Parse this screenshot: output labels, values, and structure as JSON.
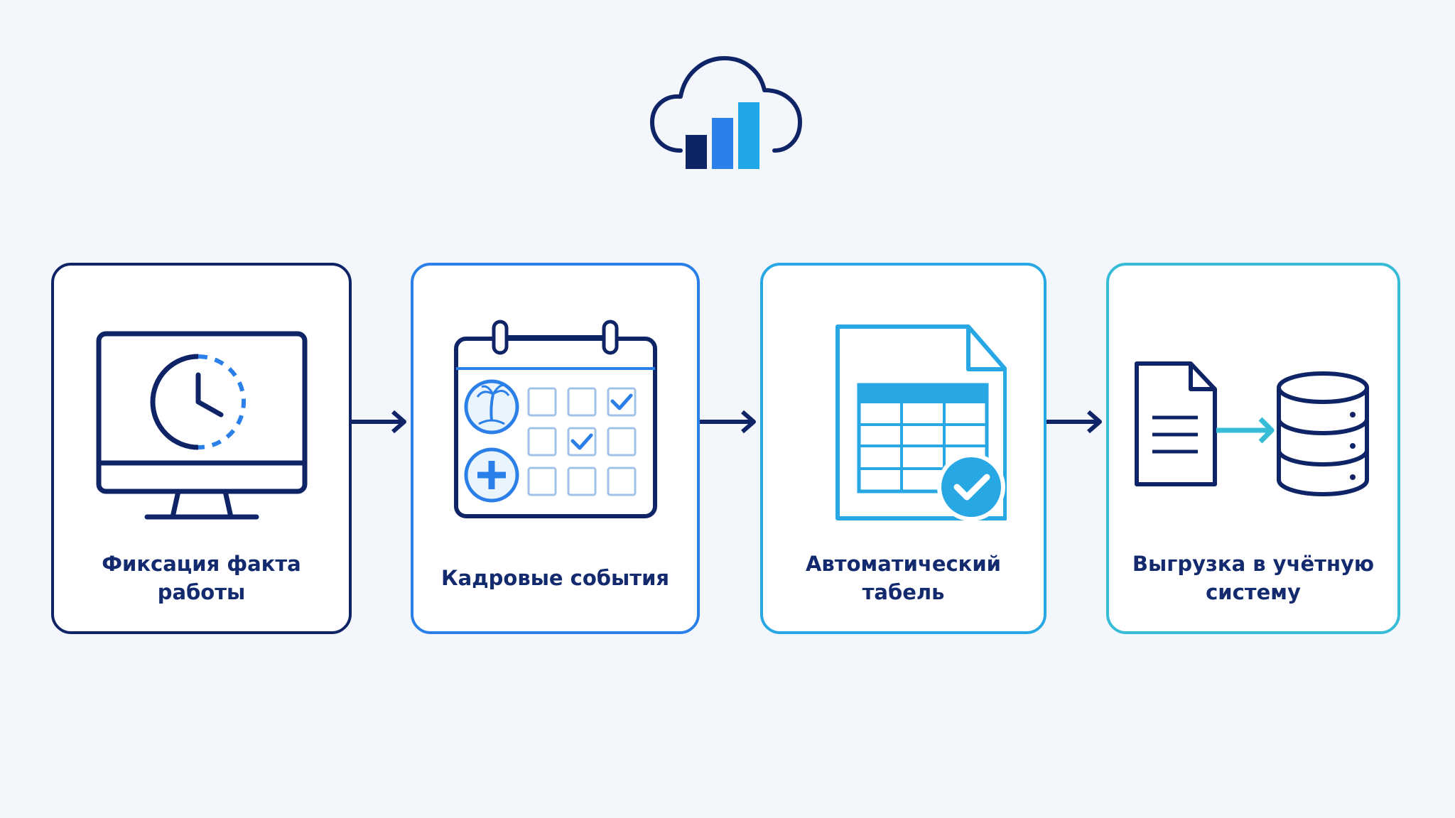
{
  "logo": {
    "icon": "cloud-bar-chart-icon",
    "colors": {
      "outline": "#0f2466",
      "bar_dark": "#0f2466",
      "bar_mid": "#2a7fe8",
      "bar_light": "#1fa6e6"
    }
  },
  "steps": [
    {
      "label": "Фиксация факта работы",
      "icon": "monitor-clock-icon",
      "border_color": "#0f2466"
    },
    {
      "label": "Кадровые события",
      "icon": "calendar-icon",
      "border_color": "#2a7fe8"
    },
    {
      "label": "Автоматический табель",
      "icon": "spreadsheet-check-icon",
      "border_color": "#27a7e4"
    },
    {
      "label": "Выгрузка в учётную систему",
      "icon": "document-to-database-icon",
      "border_color": "#37bcd8"
    }
  ],
  "connectors": [
    {
      "icon": "arrow-right-icon",
      "from": 1,
      "to": 2
    },
    {
      "icon": "arrow-right-icon",
      "from": 2,
      "to": 3
    },
    {
      "icon": "arrow-right-icon",
      "from": 3,
      "to": 4
    }
  ]
}
